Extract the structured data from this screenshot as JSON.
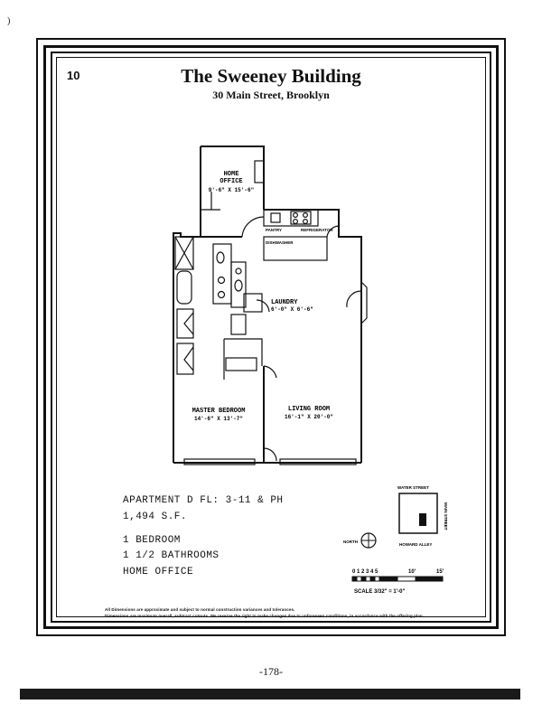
{
  "page_number_top": "10",
  "top_mark": ")",
  "building": {
    "title": "The Sweeney Building",
    "address": "30 Main Street, Brooklyn"
  },
  "rooms": {
    "home_office": {
      "name_line1": "HOME",
      "name_line2": "OFFICE",
      "dims": "9'-6\" X 15'-6\""
    },
    "pantry": "PANTRY",
    "dishwasher": "DISHWASHER",
    "refrigerator": "REFRIGERATOR",
    "laundry": {
      "name": "LAUNDRY",
      "dims": "6'-0\" X 6'-6\""
    },
    "master_bedroom": {
      "name": "MASTER BEDROOM",
      "dims": "14'-6\" X 13'-7\""
    },
    "living_room": {
      "name": "LIVING ROOM",
      "dims": "16'-1\" X 20'-0\""
    }
  },
  "apartment": {
    "line1": "APARTMENT D  FL: 3-11 & PH",
    "line2": "1,494 S.F.",
    "line3": "1 BEDROOM",
    "line4": "1 1/2 BATHROOMS",
    "line5": "HOME OFFICE"
  },
  "key_plan": {
    "water_street": "WATER STREET",
    "main_street": "MAIN STREET",
    "howard_alley": "HOWARD ALLEY",
    "north": "NORTH"
  },
  "scale": {
    "ticks": "0 1 2 3 4 5",
    "ten": "10'",
    "fifteen": "15'",
    "label": "SCALE 3/32\" = 1'-0\""
  },
  "disclaimer": {
    "line1": "All Dimensions are approximate and subject to normal construction variances and tolerances.",
    "line2": "Dimensions are maximum overall, subtract cutouts.   We reserve the right to make changes due to unforeseen conditions, in accordance with the offering plan."
  },
  "footer_page": "-178-"
}
